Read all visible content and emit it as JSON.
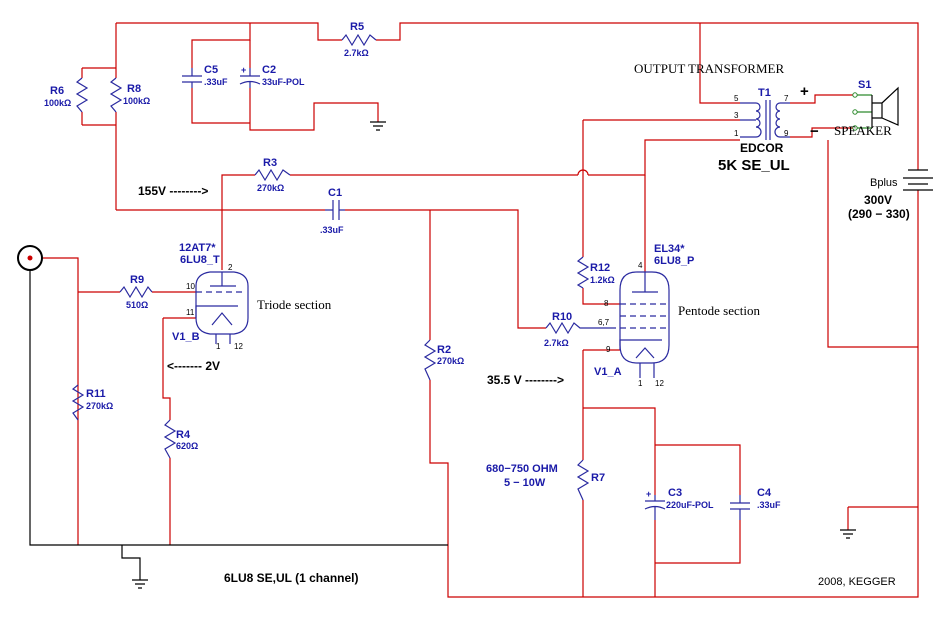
{
  "title": "6LU8  SE,UL  (1 channel)",
  "credit": "2008, KEGGER",
  "output_transformer": {
    "heading": "OUTPUT  TRANSFORMER",
    "ref": "T1",
    "maker": "EDCOR",
    "model": "5K SE_UL",
    "pins": [
      "5",
      "3",
      "1",
      "7",
      "9"
    ]
  },
  "speaker": {
    "ref": "S1",
    "label": "SPEAKER",
    "plus": "+",
    "minus": "−"
  },
  "supply": {
    "ref": "Bplus",
    "voltage": "300V",
    "range": "(290 − 330)"
  },
  "components": {
    "R5": "R5",
    "R5_val": "2.7kΩ",
    "R6": "R6",
    "R6_val": "100kΩ",
    "R8": "R8",
    "R8_val": "100kΩ",
    "C5": "C5",
    "C5_val": ".33uF",
    "C2": "C2",
    "C2_val": "33uF-POL",
    "R3": "R3",
    "R3_val": "270kΩ",
    "C1": "C1",
    "C1_val": ".33uF",
    "R9": "R9",
    "R9_val": "510Ω",
    "R11": "R11",
    "R11_val": "270kΩ",
    "R4": "R4",
    "R4_val": "620Ω",
    "R2": "R2",
    "R2_val": "270kΩ",
    "R12": "R12",
    "R12_val": "1.2kΩ",
    "R10": "R10",
    "R10_val": "2.7kΩ",
    "R7": "R7",
    "R7_val_1": "680−750 OHM",
    "R7_val_2": "5 − 10W",
    "C3": "C3",
    "C3_val": "220uF-POL",
    "C4": "C4",
    "C4_val": ".33uF"
  },
  "triode": {
    "part_1": "12AT7*",
    "part_2": "6LU8_T",
    "ref": "V1_B",
    "section": "Triode section",
    "pins": [
      "2",
      "10",
      "11",
      "1",
      "12"
    ]
  },
  "pentode": {
    "part_1": "EL34*",
    "part_2": "6LU8_P",
    "ref": "V1_A",
    "section": "Pentode section",
    "pins": [
      "4",
      "8",
      "6,7",
      "9",
      "1",
      "12"
    ]
  },
  "annotations": {
    "v155": "155V -------->",
    "v2": "<------- 2V",
    "v35": "35.5 V -------->"
  },
  "colors": {
    "wire": "#cc0000",
    "component": "#2a2aa0",
    "label": "#1a1aa8",
    "text": "#000000"
  }
}
